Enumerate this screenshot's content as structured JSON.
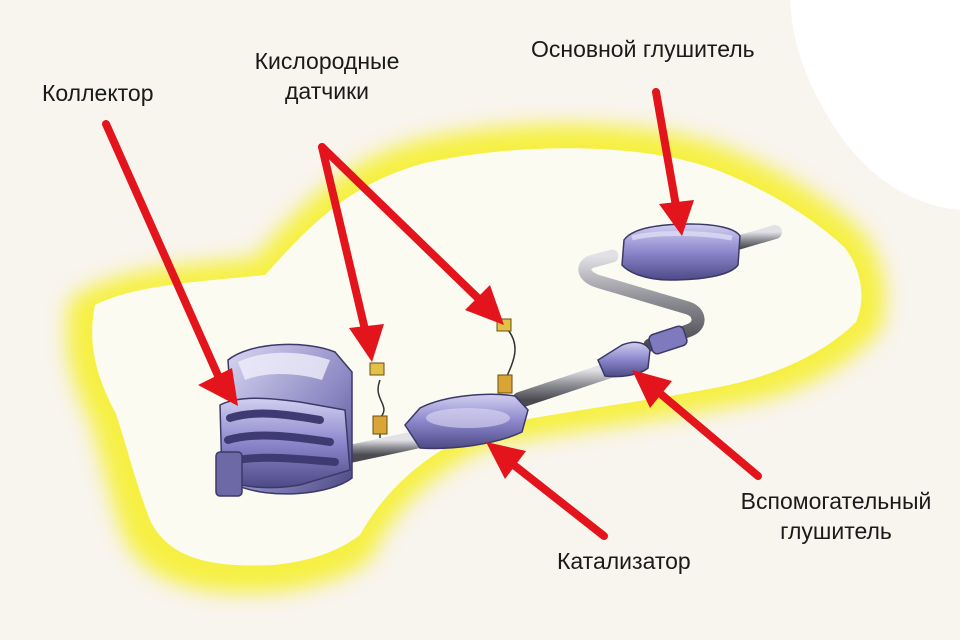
{
  "labels": {
    "collector": "Коллектор",
    "oxygen_line1": "Кислородные",
    "oxygen_line2": "датчики",
    "main_muffler": "Основной глушитель",
    "aux_line1": "Вспомогательный",
    "aux_line2": "глушитель",
    "catalyst": "Катализатор"
  },
  "colors": {
    "background": "#f8f4ee",
    "car_glow": "#f6f03a",
    "car_fill": "#fbfbf2",
    "arrow": "#e3141b",
    "exhaust_part": "#8a85c8",
    "pipe": "#9a9a9e"
  }
}
